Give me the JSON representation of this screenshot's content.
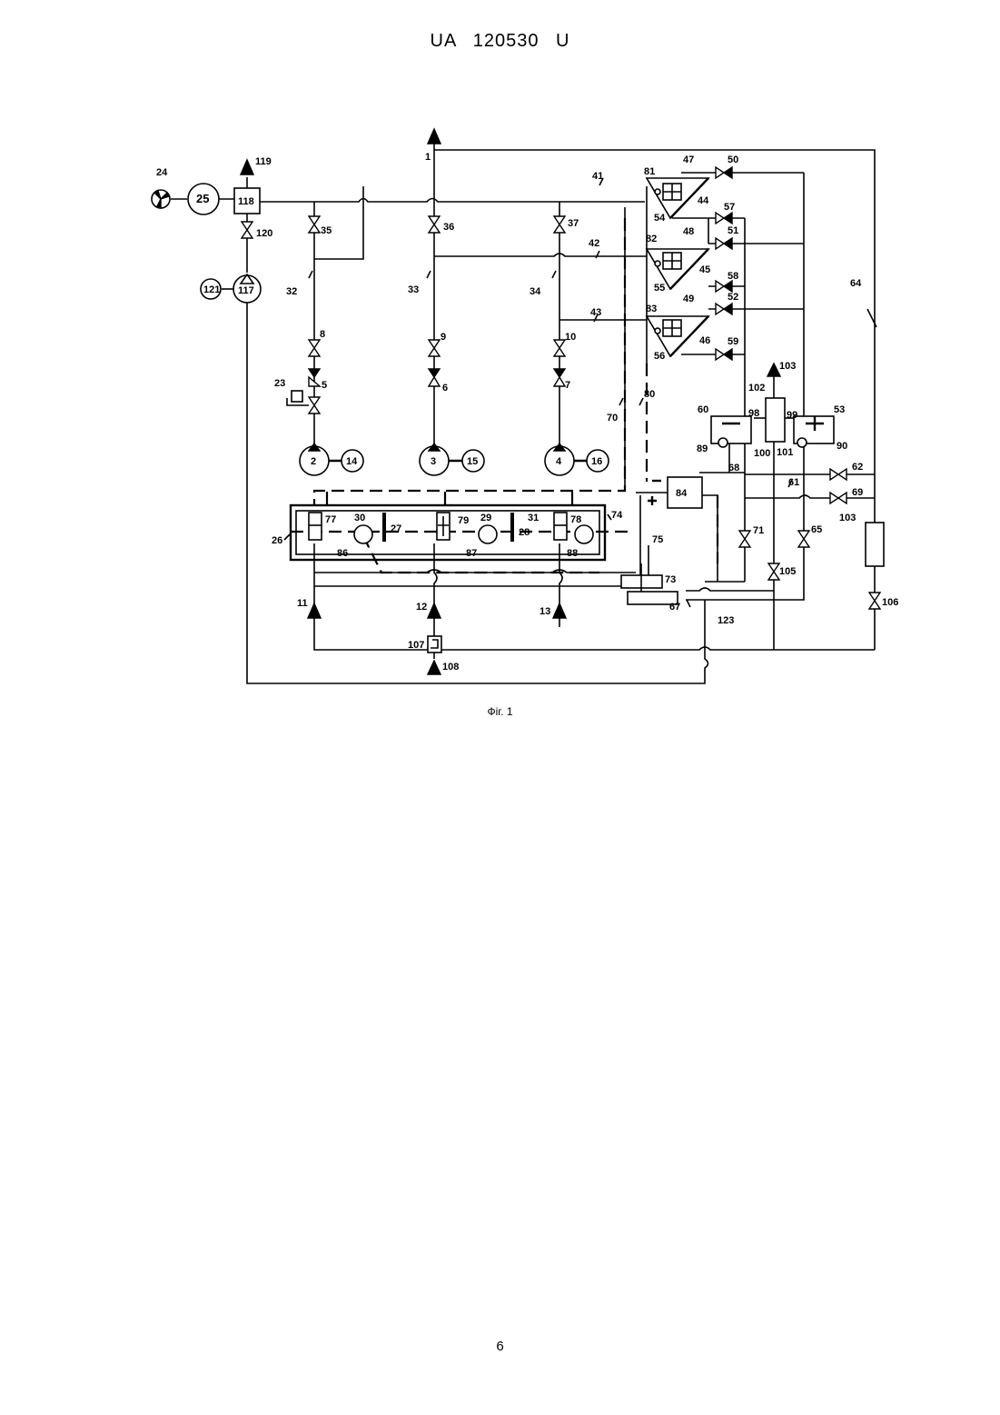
{
  "document": {
    "header": "UA 120530 U",
    "figure_caption": "Фіг. 1",
    "page_number": "6"
  },
  "diagram_labels": {
    "l1": "1",
    "l2": "2",
    "l3": "3",
    "l4": "4",
    "l5": "5",
    "l6": "6",
    "l7": "7",
    "l8": "8",
    "l9": "9",
    "l10": "10",
    "l11": "11",
    "l12": "12",
    "l13": "13",
    "l14": "14",
    "l15": "15",
    "l16": "16",
    "l23": "23",
    "l24": "24",
    "l25": "25",
    "l26": "26",
    "l27": "27",
    "l28": "28",
    "l29": "29",
    "l30": "30",
    "l31": "31",
    "l32": "32",
    "l33": "33",
    "l34": "34",
    "l35": "35",
    "l36": "36",
    "l37": "37",
    "l41": "41",
    "l42": "42",
    "l43": "43",
    "l44": "44",
    "l45": "45",
    "l46": "46",
    "l47": "47",
    "l48": "48",
    "l49": "49",
    "l50": "50",
    "l51": "51",
    "l52": "52",
    "l53": "53",
    "l54": "54",
    "l55": "55",
    "l56": "56",
    "l57": "57",
    "l58": "58",
    "l59": "59",
    "l60": "60",
    "l61": "61",
    "l62": "62",
    "l64": "64",
    "l65": "65",
    "l67": "67",
    "l68": "68",
    "l69": "69",
    "l70": "70",
    "l71": "71",
    "l73": "73",
    "l74": "74",
    "l75": "75",
    "l77": "77",
    "l78": "78",
    "l79": "79",
    "l80": "80",
    "l81": "81",
    "l82": "82",
    "l83": "83",
    "l84": "84",
    "l86": "86",
    "l87": "87",
    "l88": "88",
    "l89": "89",
    "l90": "90",
    "l98": "98",
    "l99": "99",
    "l100": "100",
    "l101": "101",
    "l102": "102",
    "l103a": "103",
    "l103b": "103",
    "l105": "105",
    "l106": "106",
    "l107": "107",
    "l108": "108",
    "l117": "117",
    "l118": "118",
    "l119": "119",
    "l120": "120",
    "l121": "121",
    "l123": "123"
  }
}
